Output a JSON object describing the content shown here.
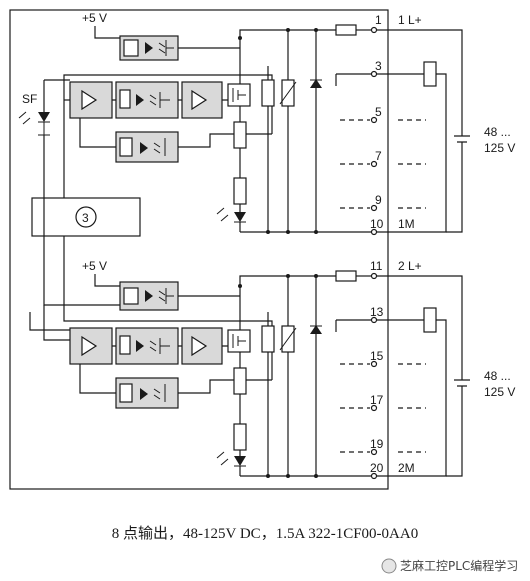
{
  "labels": {
    "vcc_top": "+5 V",
    "vcc_bottom": "+5 V",
    "sf": "SF",
    "block_number": "3",
    "group1_supply": "1 L+",
    "group1_common": "1M",
    "group2_supply": "2 L+",
    "group2_common": "2M",
    "voltage_top_1": "48 ...",
    "voltage_top_2": "125 V",
    "voltage_bottom_1": "48 ...",
    "voltage_bottom_2": "125 V"
  },
  "terminals_group1": [
    "1",
    "3",
    "5",
    "7",
    "9",
    "10"
  ],
  "terminals_group2": [
    "11",
    "13",
    "15",
    "17",
    "19",
    "20"
  ],
  "caption": "8 点输出，48-125V DC，1.5A 322-1CF00-0AA0",
  "watermark": "芝麻工控PLC编程学习"
}
